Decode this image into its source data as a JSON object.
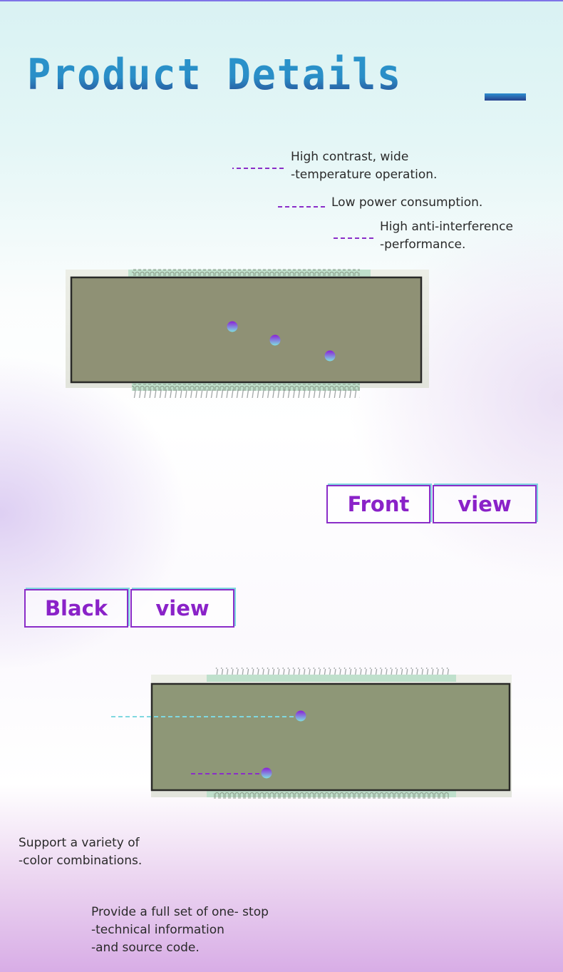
{
  "header": {
    "title": "Product Details"
  },
  "front": {
    "callouts": [
      {
        "lines": [
          "High contrast, wide",
          "-temperature operation."
        ]
      },
      {
        "lines": [
          "Low power consumption."
        ]
      },
      {
        "lines": [
          "High anti-interference",
          "-performance."
        ]
      }
    ],
    "label_left": "Front",
    "label_right": "view"
  },
  "back": {
    "label_left": "Black",
    "label_right": "view",
    "callouts": [
      {
        "lines": [
          "Support a variety of",
          "-color combinations."
        ]
      },
      {
        "lines": [
          "Provide a full set of one- stop",
          "-technical information",
          "-and source code."
        ]
      }
    ]
  },
  "colors": {
    "accent": "#8a22c8",
    "line_top": "#8a2dc8",
    "line_bottom": "#7fd8e0",
    "title_blue": "#2a8ec7"
  }
}
